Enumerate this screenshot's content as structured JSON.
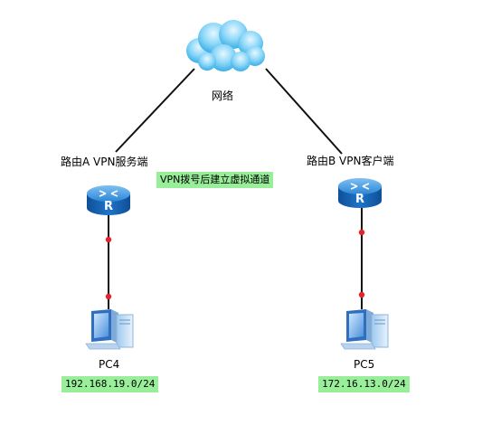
{
  "nodes": {
    "network": {
      "label": "网络",
      "icon": "cloud-icon"
    },
    "router_a": {
      "label": "路由A VPN服务端",
      "icon": "router-icon"
    },
    "router_b": {
      "label": "路由B VPN客户端",
      "icon": "router-icon"
    },
    "pc4": {
      "label": "PC4",
      "icon": "pc-icon",
      "subnet": "192.168.19.0/24"
    },
    "pc5": {
      "label": "PC5",
      "icon": "pc-icon",
      "subnet": "172.16.13.0/24"
    }
  },
  "tunnel_note": "VPN拨号后建立虚拟通道",
  "colors": {
    "link": "#111111",
    "port_dot": "#e8202a",
    "tag_bg": "#99ee99",
    "router_blue": "#1a6fc6",
    "cloud_blue": "#5fc3f0"
  }
}
